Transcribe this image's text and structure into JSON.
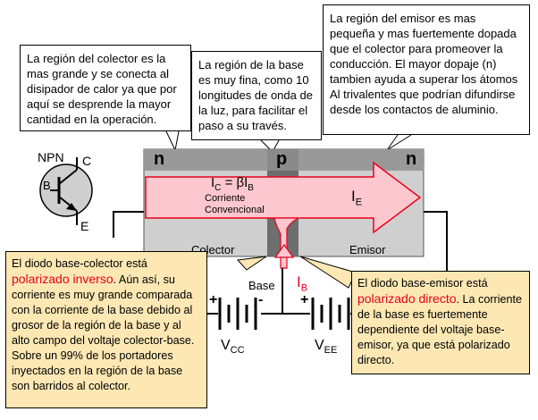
{
  "callouts": {
    "collector": "La región del colector es la mas grande y se conecta al disipador de calor ya que por aquí se desprende la mayor cantidad en la operación.",
    "base": "La región de la base es muy fina, como 10 longitudes de onda de la luz, para facilitar el paso a su través.",
    "emitter": "La región del emisor es mas pequeña y mas fuertemente dopada que el colector para promeover la conducción. El mayor dopaje (n) tambien ayuda a superar los átomos Al trivalentes que podrían difundirse desde los contactos de aluminio."
  },
  "symbol": {
    "title": "NPN",
    "c": "C",
    "b": "B",
    "e": "E"
  },
  "regions": {
    "n_left": "n",
    "p_mid": "p",
    "n_right": "n",
    "collector": "Colector",
    "emitter": "Emisor",
    "base": "Base"
  },
  "arrow": {
    "ic_main": "I",
    "ic_sub": "C",
    "ic_eq": " = βI",
    "ic_sub2": "B",
    "corriente": "Corriente",
    "convencional": "Convencional",
    "ie_main": "I",
    "ie_sub": "E",
    "ib_main": "I",
    "ib_sub": "B"
  },
  "circuit": {
    "vcc_main": "V",
    "vcc_sub": "CC",
    "vee_main": "V",
    "vee_sub": "EE",
    "plus": "+",
    "minus": "-"
  },
  "notes": {
    "bc_pre": "El diodo base-colector está",
    "bc_red": "polarizado inverso",
    "bc_post": ". Aún así, su corriente es muy grande comparada con la corriente de la base debido al grosor de la región de la base y al alto campo del voltaje colector-base. Sobre un 99% de los portadores inyectados en la región de la base son barridos al colector.",
    "be_pre": "El diodo base-emisor está",
    "be_red": "polarizado directo",
    "be_post": ". La corriente de la base es fuertemente dependiente del voltaje base-emisor, ya que está polarizado directo."
  },
  "colors": {
    "arrow_fill": "#fcc7cf",
    "arrow_stroke": "#e8001c",
    "bar": "#999999",
    "block": "#cfcfcf",
    "base": "#6e6e6e",
    "note_bg": "#fde8b4"
  }
}
